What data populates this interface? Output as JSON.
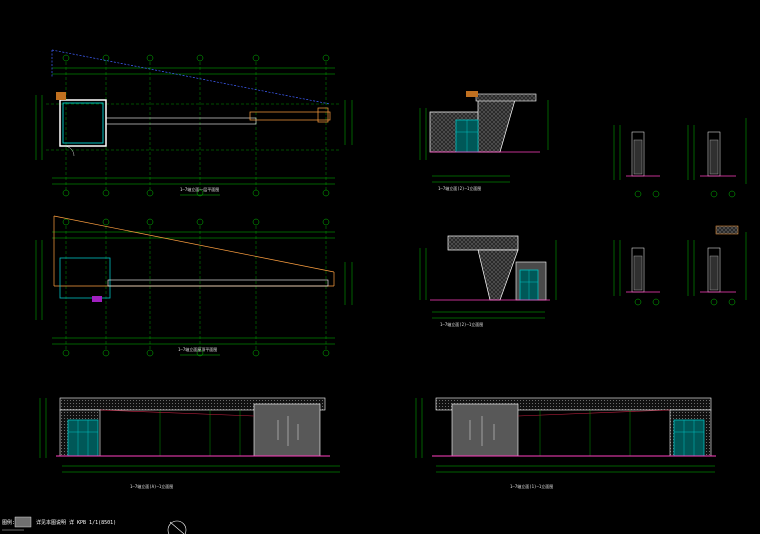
{
  "colors": {
    "background": "#000000",
    "grid_green": "#00c000",
    "dim_green": "#00ff00",
    "wall_white": "#ffffff",
    "glass_cyan": "#00c0c0",
    "roof_orange": "#ffa040",
    "roof_blue": "#4060ff",
    "ground_magenta": "#ff40c0",
    "hatch_gray": "#606060",
    "panel_gray": "#585858"
  },
  "legend": {
    "line1": "详见本图说明 详 KPB 1/1(8501)",
    "mark": "图例:"
  },
  "drawings": [
    {
      "id": "plan-top",
      "caption": "1—7轴立面一层平面图"
    },
    {
      "id": "plan-bottom",
      "caption": "1—7轴立面屋顶平面图"
    },
    {
      "id": "side-elev-1",
      "caption": "1—7轴立面(2)—1立面图"
    },
    {
      "id": "side-elev-2",
      "caption": "1—7轴立面(2)—1立面图"
    },
    {
      "id": "front-elev-left",
      "caption": "1—7轴立面(A)—1立面图"
    },
    {
      "id": "front-elev-right",
      "caption": "1—7轴立面(1)—1立面图"
    },
    {
      "id": "detail-grid",
      "caption": ""
    }
  ]
}
